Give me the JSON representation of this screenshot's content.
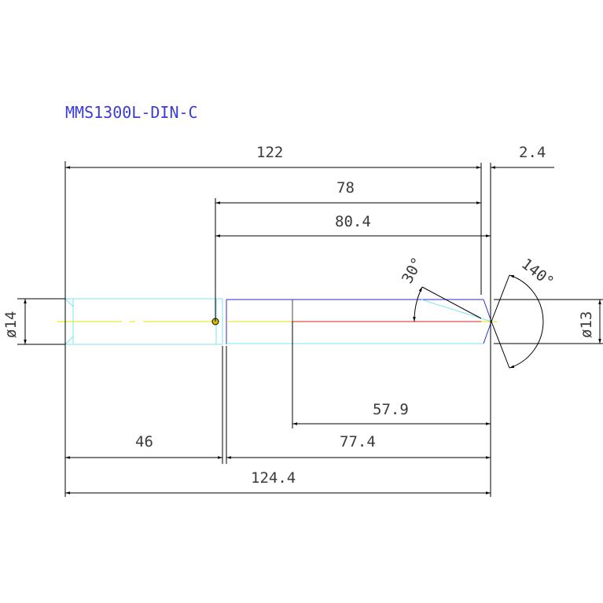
{
  "title": "MMS1300L-DIN-C",
  "dimensions": {
    "overall_122": "122",
    "tip_2_4": "2.4",
    "len_78": "78",
    "len_80_4": "80.4",
    "len_46": "46",
    "len_77_4": "77.4",
    "len_57_9": "57.9",
    "overall_124_4": "124.4",
    "dia_14": "ø14",
    "dia_13": "ø13",
    "angle_30": "30°",
    "angle_140": "140°"
  },
  "colors": {
    "shank": "#7ee6f0",
    "body": "#2b2bcc",
    "centerline": "#e8e000",
    "cut_line": "#e02020",
    "dim": "#000000",
    "title": "#3b3bd6",
    "text": "#3a3a3a"
  }
}
